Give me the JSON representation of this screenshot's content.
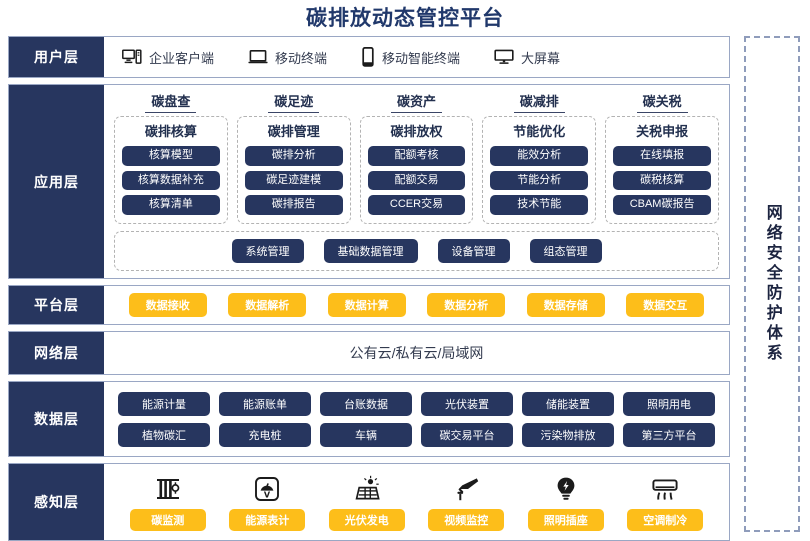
{
  "title": "碳排放动态管控平台",
  "security_column": {
    "label": "网络安全防护体系"
  },
  "layers": {
    "user": {
      "label": "用户层",
      "items": [
        {
          "icon": "desktop-tower-icon",
          "label": "企业客户端"
        },
        {
          "icon": "laptop-icon",
          "label": "移动终端"
        },
        {
          "icon": "smartphone-icon",
          "label": "移动智能终端"
        },
        {
          "icon": "large-screen-icon",
          "label": "大屏幕"
        }
      ]
    },
    "application": {
      "label": "应用层",
      "columns": [
        {
          "header": "碳盘查",
          "box_title": "碳排核算",
          "items": [
            "核算模型",
            "核算数据补充",
            "核算清单"
          ]
        },
        {
          "header": "碳足迹",
          "box_title": "碳排管理",
          "items": [
            "碳排分析",
            "碳足迹建模",
            "碳排报告"
          ]
        },
        {
          "header": "碳资产",
          "box_title": "碳排放权",
          "items": [
            "配额考核",
            "配额交易",
            "CCER交易"
          ]
        },
        {
          "header": "碳减排",
          "box_title": "节能优化",
          "items": [
            "能效分析",
            "节能分析",
            "技术节能"
          ]
        },
        {
          "header": "碳关税",
          "box_title": "关税申报",
          "items": [
            "在线填报",
            "碳税核算",
            "CBAM碳报告"
          ]
        }
      ],
      "management": [
        "系统管理",
        "基础数据管理",
        "设备管理",
        "组态管理"
      ]
    },
    "platform": {
      "label": "平台层",
      "items": [
        "数据接收",
        "数据解析",
        "数据计算",
        "数据分析",
        "数据存储",
        "数据交互"
      ]
    },
    "network": {
      "label": "网络层",
      "text": "公有云/私有云/局域网"
    },
    "data": {
      "label": "数据层",
      "row1": [
        "能源计量",
        "能源账单",
        "台账数据",
        "光伏装置",
        "储能装置",
        "照明用电"
      ],
      "row2": [
        "植物碳汇",
        "充电桩",
        "车辆",
        "碳交易平台",
        "污染物排放",
        "第三方平台"
      ]
    },
    "perception": {
      "label": "感知层",
      "items": [
        {
          "icon": "co2-monitor-icon",
          "label": "碳监测"
        },
        {
          "icon": "energy-meter-icon",
          "label": "能源表计"
        },
        {
          "icon": "solar-panel-icon",
          "label": "光伏发电"
        },
        {
          "icon": "cctv-camera-icon",
          "label": "视频监控"
        },
        {
          "icon": "light-bulb-icon",
          "label": "照明插座"
        },
        {
          "icon": "air-conditioner-icon",
          "label": "空调制冷"
        }
      ]
    }
  },
  "colors": {
    "navy": "#27365f",
    "yellow": "#fdbe1a",
    "title_blue": "#20386b",
    "border": "#9aa7c4"
  }
}
